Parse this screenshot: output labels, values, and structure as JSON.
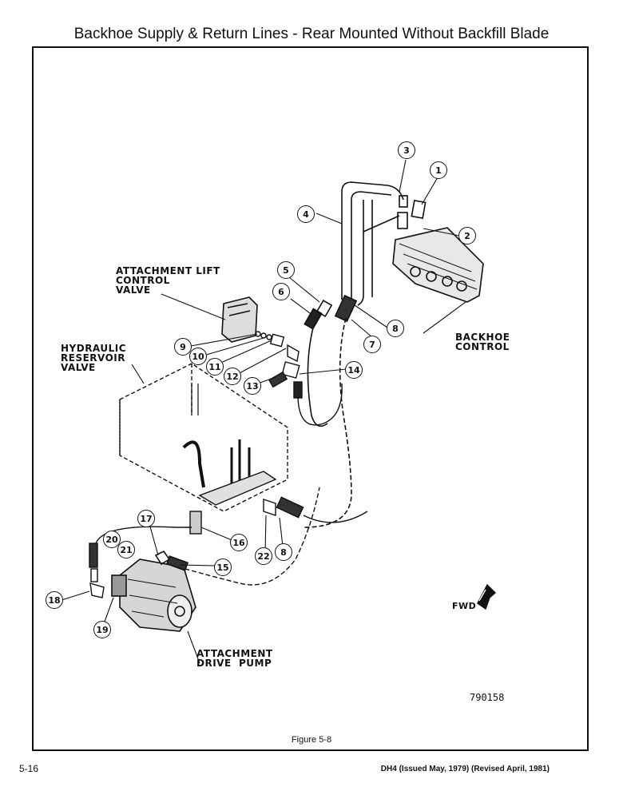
{
  "page": {
    "title": "Backhoe Supply & Return Lines - Rear Mounted Without Backfill Blade",
    "page_number": "5-16",
    "issue_info": "DH4 (Issued May, 1979) (Revised April, 1981)"
  },
  "figure": {
    "caption": "Figure 5-8",
    "drawing_number": "790158",
    "fwd_label": "FWD"
  },
  "component_labels": {
    "attachment_lift": "ATTACHMENT LIFT\nCONTROL\nVALVE",
    "hydraulic_reservoir": "HYDRAULIC\nRESERVOIR\nVALVE",
    "backhoe_control": "BACKHOE\nCONTROL",
    "attachment_pump": "ATTACHMENT\nDRIVE  PUMP"
  },
  "callouts": [
    "1",
    "2",
    "3",
    "4",
    "5",
    "6",
    "7",
    "8",
    "9",
    "10",
    "11",
    "12",
    "13",
    "14",
    "15",
    "16",
    "17",
    "18",
    "19",
    "20",
    "21",
    "22",
    "8"
  ]
}
